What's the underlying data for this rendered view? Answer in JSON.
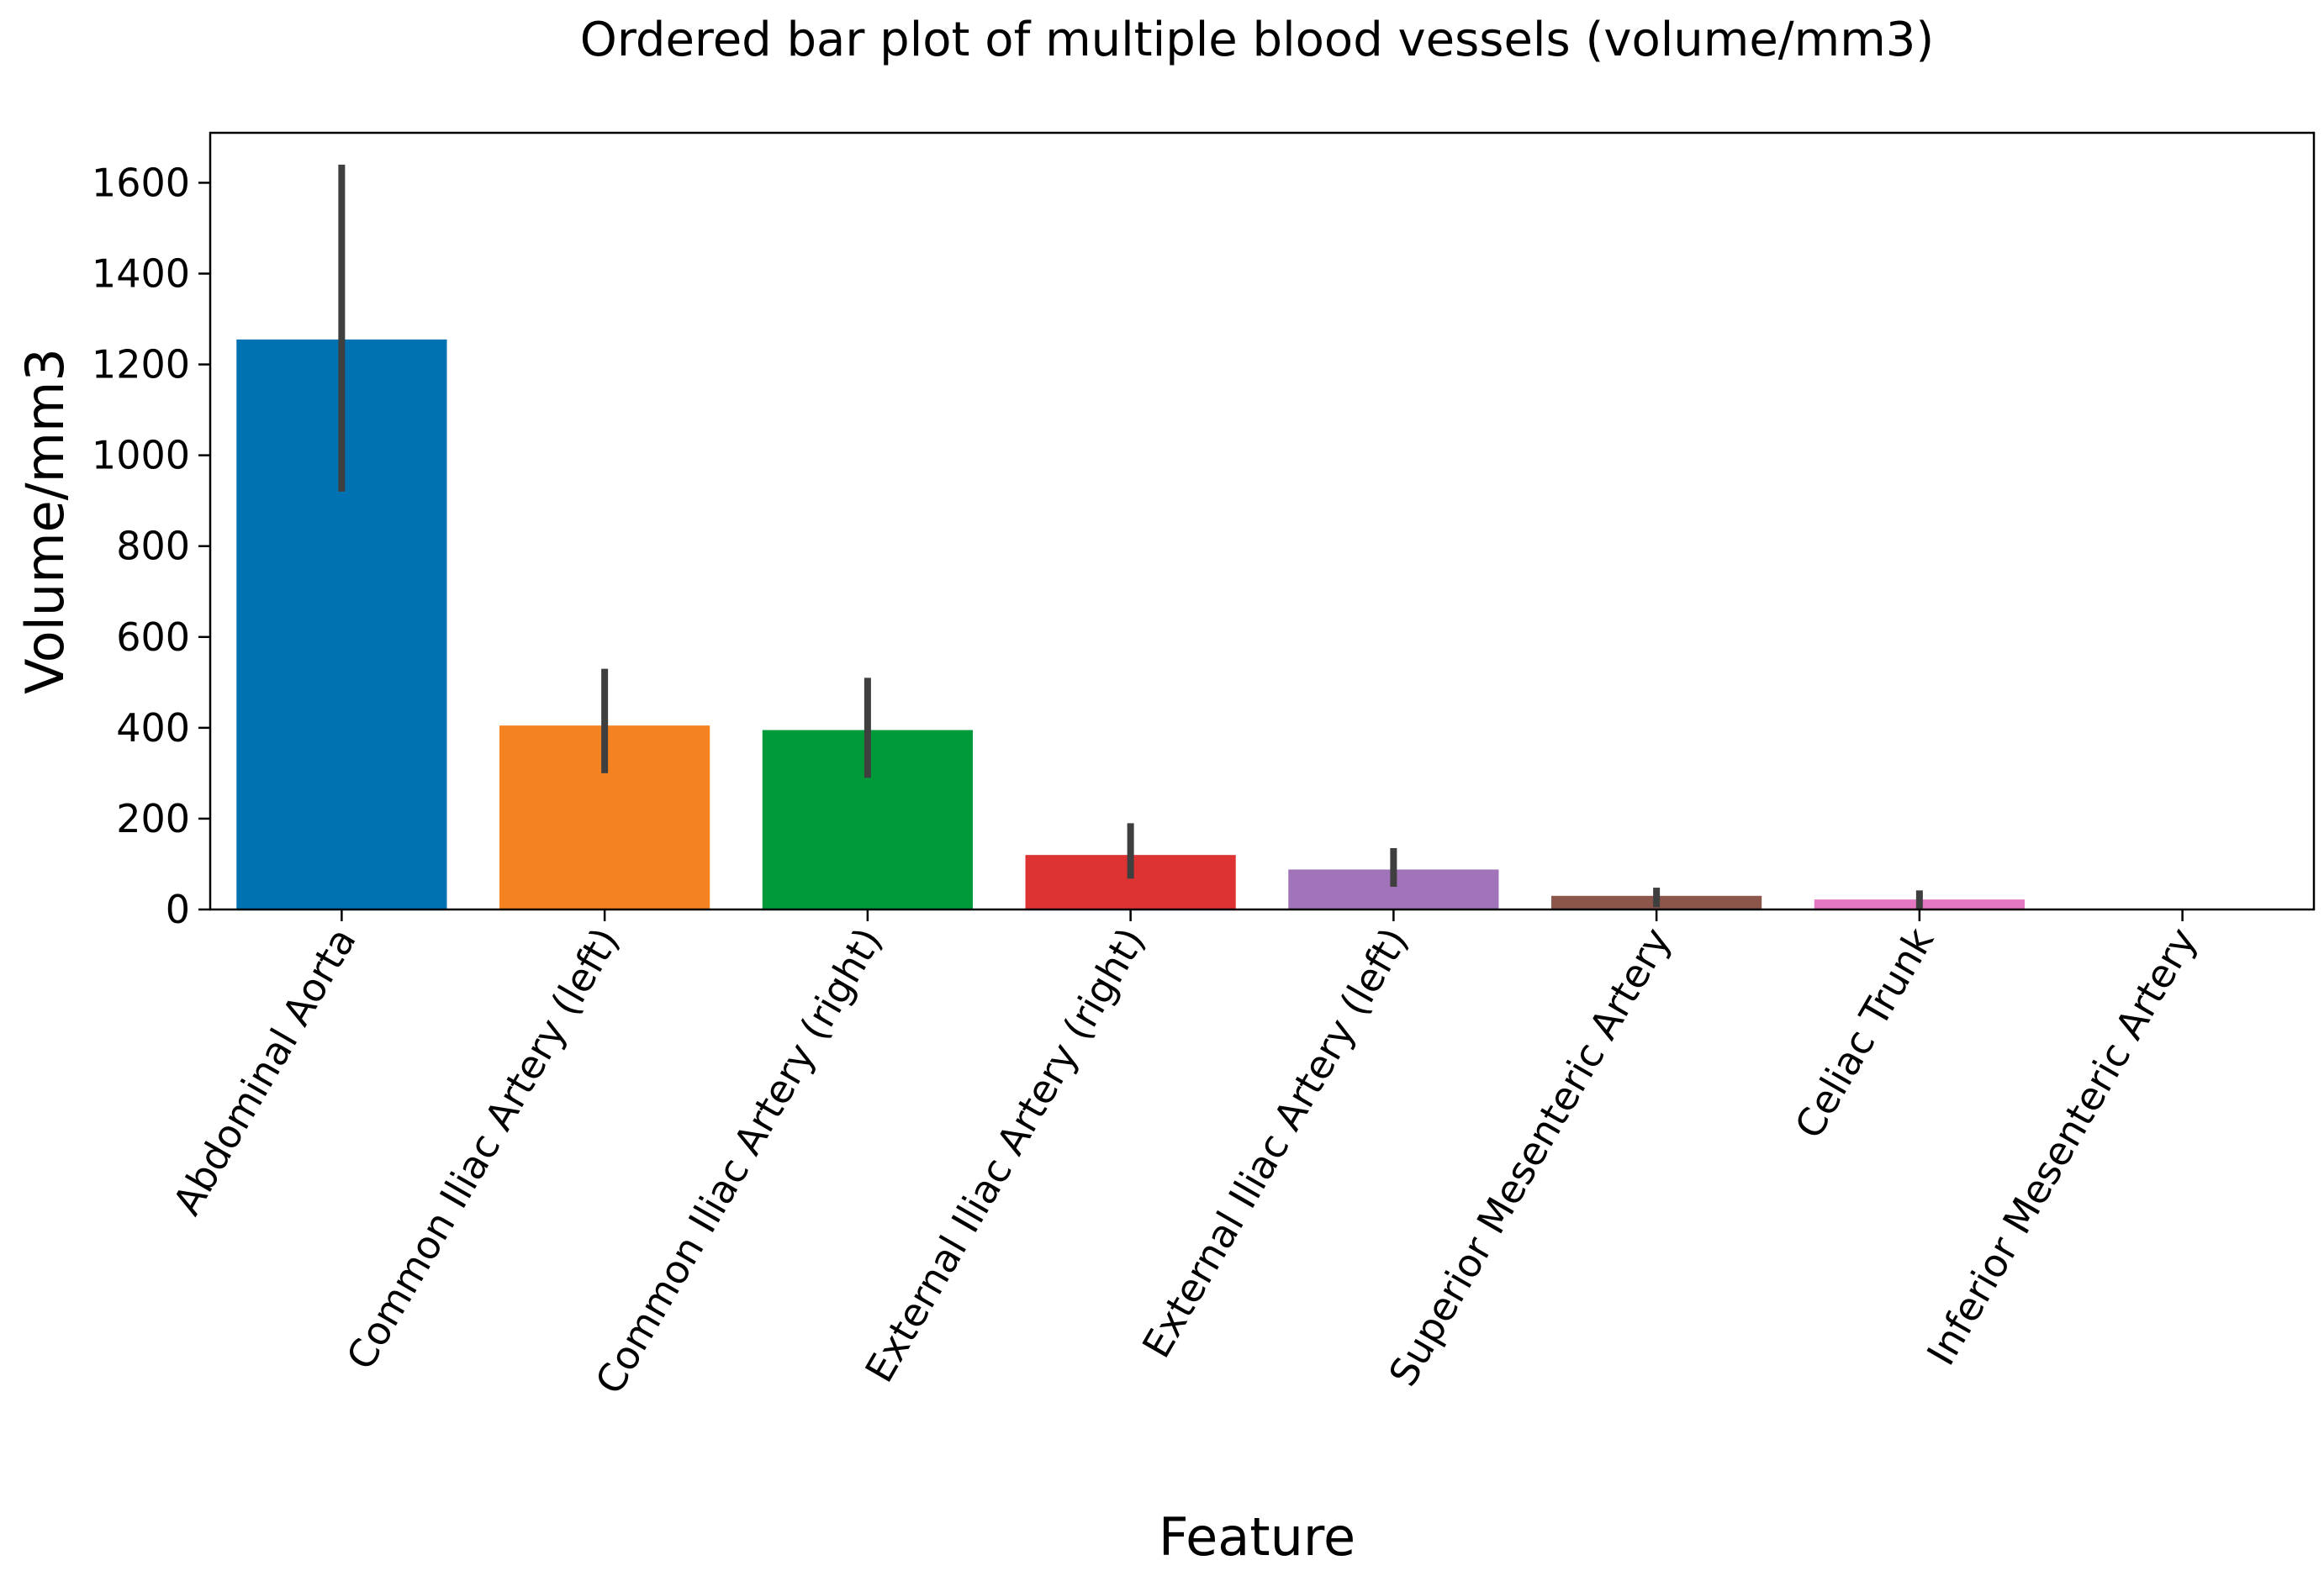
{
  "chart_data": {
    "type": "bar",
    "title": "Ordered bar plot of multiple blood vessels (volume/mm3)",
    "xlabel": "Feature",
    "ylabel": "Volume/mm3",
    "ylim": [
      0,
      1710
    ],
    "yticks": [
      0,
      200,
      400,
      600,
      800,
      1000,
      1200,
      1400,
      1600
    ],
    "grid": false,
    "legend": "none",
    "categories": [
      "Abdominal Aorta",
      "Common Iliac Artery (left)",
      "Common Iliac Artery (right)",
      "External Iliac Artery (right)",
      "External Iliac Artery (left)",
      "Superior Mesenteric Artery",
      "Celiac Trunk",
      "Inferior Mesenteric Artery"
    ],
    "values": [
      1255,
      405,
      395,
      120,
      88,
      30,
      22,
      0
    ],
    "error_low": [
      920,
      300,
      290,
      68,
      50,
      5,
      2,
      null
    ],
    "error_high": [
      1640,
      530,
      510,
      190,
      135,
      48,
      42,
      null
    ],
    "colors": [
      "#0072B2",
      "#F58220",
      "#009A3A",
      "#DD3333",
      "#A173B8",
      "#8C564B",
      "#E377C2",
      "#7F7F7F"
    ],
    "error_color": "#3F3F3F"
  }
}
